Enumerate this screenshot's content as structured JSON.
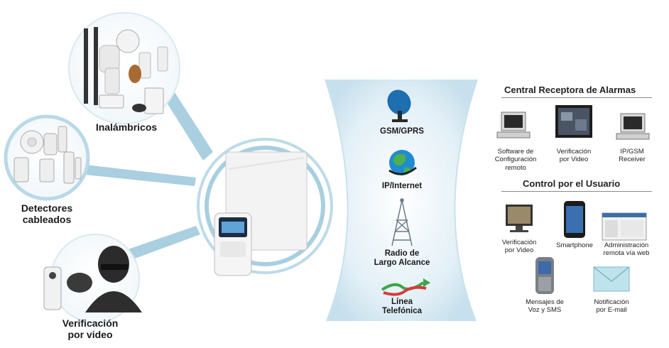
{
  "left": {
    "wireless_label": "Inalámbricos",
    "wired_label_line1": "Detectores",
    "wired_label_line2": "cableados",
    "video_label_line1": "Verificación",
    "video_label_line2": "por video"
  },
  "channels": [
    {
      "label_line1": "GSM/GPRS",
      "label_line2": "",
      "icon": "satellite-dish-icon"
    },
    {
      "label_line1": "IP/Internet",
      "label_line2": "",
      "icon": "globe-icon"
    },
    {
      "label_line1": "Radio de",
      "label_line2": "Largo Alcance",
      "icon": "radio-tower-icon"
    },
    {
      "label_line1": "Línea",
      "label_line2": "Telefónica",
      "icon": "phone-line-icon"
    }
  ],
  "central": {
    "title": "Central Receptora de Alarmas",
    "items": [
      {
        "line1": "Software de",
        "line2": "Configuración",
        "line3": "remoto",
        "icon": "desktop-computer-icon"
      },
      {
        "line1": "Verificación",
        "line2": "por Video",
        "line3": "",
        "icon": "video-monitor-icon"
      },
      {
        "line1": "IP/GSM",
        "line2": "Receiver",
        "line3": "",
        "icon": "receiver-computer-icon"
      }
    ]
  },
  "user": {
    "title": "Control por el Usuario",
    "items": [
      {
        "line1": "Verificación",
        "line2": "por Video",
        "icon": "video-screen-icon"
      },
      {
        "line1": "Smartphone",
        "line2": "",
        "icon": "smartphone-icon"
      },
      {
        "line1": "Administración",
        "line2": "remota vía web",
        "icon": "web-admin-icon"
      },
      {
        "line1": "Mensajes de",
        "line2": "Voz y SMS",
        "icon": "mobile-phone-icon"
      },
      {
        "line1": "Notificación",
        "line2": "por E-mail",
        "icon": "envelope-icon"
      }
    ]
  },
  "colors": {
    "accent_blue": "#b9d9e8",
    "ring_blue": "#a8cfe0",
    "band_blue": "#d6eaf3",
    "text": "#1a1a1a"
  }
}
